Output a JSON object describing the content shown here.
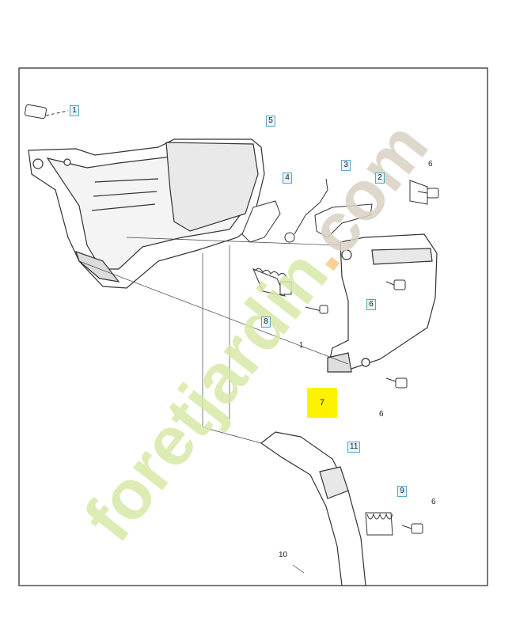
{
  "diagram": {
    "callouts": [
      {
        "id": "c1",
        "label": "1",
        "style": "boxed"
      },
      {
        "id": "c5",
        "label": "5",
        "style": "boxed"
      },
      {
        "id": "c3",
        "label": "3",
        "style": "boxed"
      },
      {
        "id": "c2",
        "label": "2",
        "style": "boxed"
      },
      {
        "id": "c4",
        "label": "4",
        "style": "boxed"
      },
      {
        "id": "c6a",
        "label": "6",
        "style": "plain"
      },
      {
        "id": "c6b",
        "label": "6",
        "style": "boxed"
      },
      {
        "id": "c8",
        "label": "8",
        "style": "boxed"
      },
      {
        "id": "c1b",
        "label": "1",
        "style": "plain"
      },
      {
        "id": "c7",
        "label": "7",
        "style": "highlight"
      },
      {
        "id": "c6c",
        "label": "6",
        "style": "plain"
      },
      {
        "id": "c11",
        "label": "11",
        "style": "boxed"
      },
      {
        "id": "c9",
        "label": "9",
        "style": "boxed"
      },
      {
        "id": "c6d",
        "label": "6",
        "style": "plain"
      },
      {
        "id": "c10",
        "label": "10",
        "style": "plain"
      }
    ],
    "highlight_color": "#fff200",
    "callout_border_color": "#5aa7c8"
  },
  "watermark": {
    "text_main": "foretjardin",
    "text_dot": ".",
    "text_com": "com",
    "color_main": "#d8e8a8",
    "color_dot": "#f6c98a",
    "color_com": "#d9d2c4"
  }
}
